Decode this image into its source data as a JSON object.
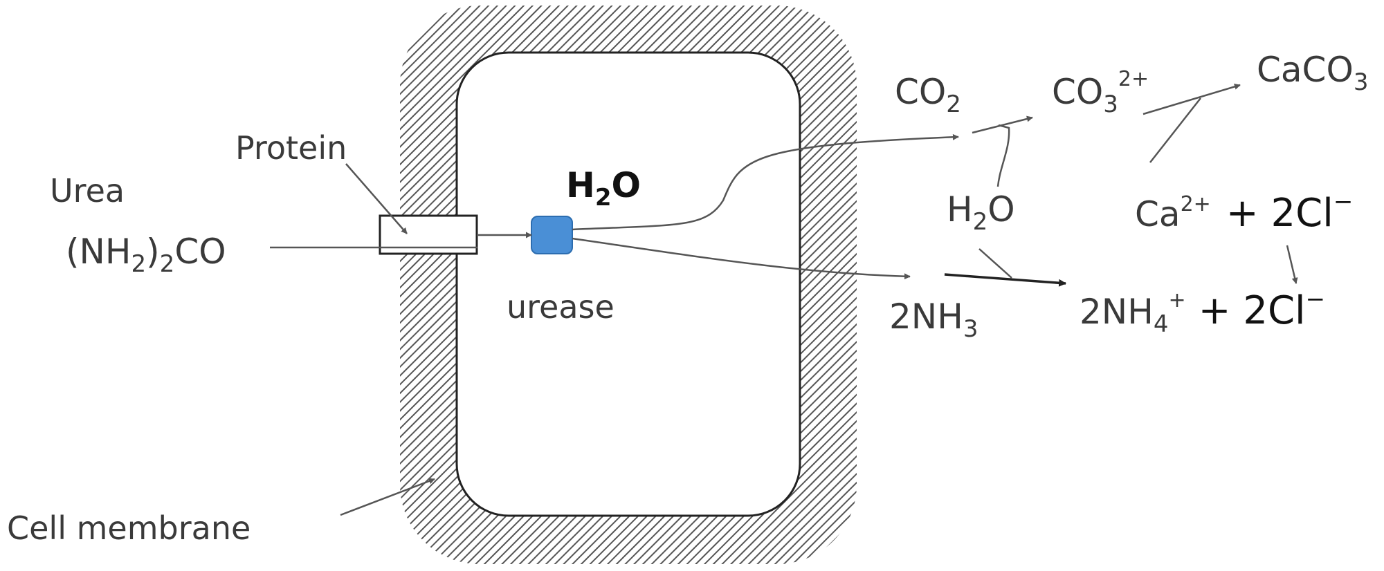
{
  "labels": {
    "protein": "Protein",
    "urea": "Urea",
    "urea_formula": {
      "a": "(NH",
      "b": "2",
      "c": ")",
      "d": "2",
      "e": "CO"
    },
    "water_inside": {
      "a": "H",
      "b": "2",
      "c": "O"
    },
    "urease": "urease",
    "cell_membrane": "Cell membrane",
    "co2": {
      "a": "CO",
      "b": "2"
    },
    "co3": {
      "a": "CO",
      "b": "3",
      "c": "2+"
    },
    "caco3": {
      "a": "CaCO",
      "b": "3"
    },
    "water_outside": {
      "a": "H",
      "b": "2",
      "c": "O"
    },
    "calcium": {
      "a": "Ca",
      "b": "2+",
      "c": "+ 2Cl",
      "d": "−"
    },
    "nh3": {
      "a": "2NH",
      "b": "3"
    },
    "nh4": {
      "a": "2NH",
      "b": "4",
      "c": "+",
      "d": "+ 2Cl",
      "e": "−"
    }
  },
  "colors": {
    "urease_block": "#4a8fd6",
    "hatch": "#555555"
  }
}
